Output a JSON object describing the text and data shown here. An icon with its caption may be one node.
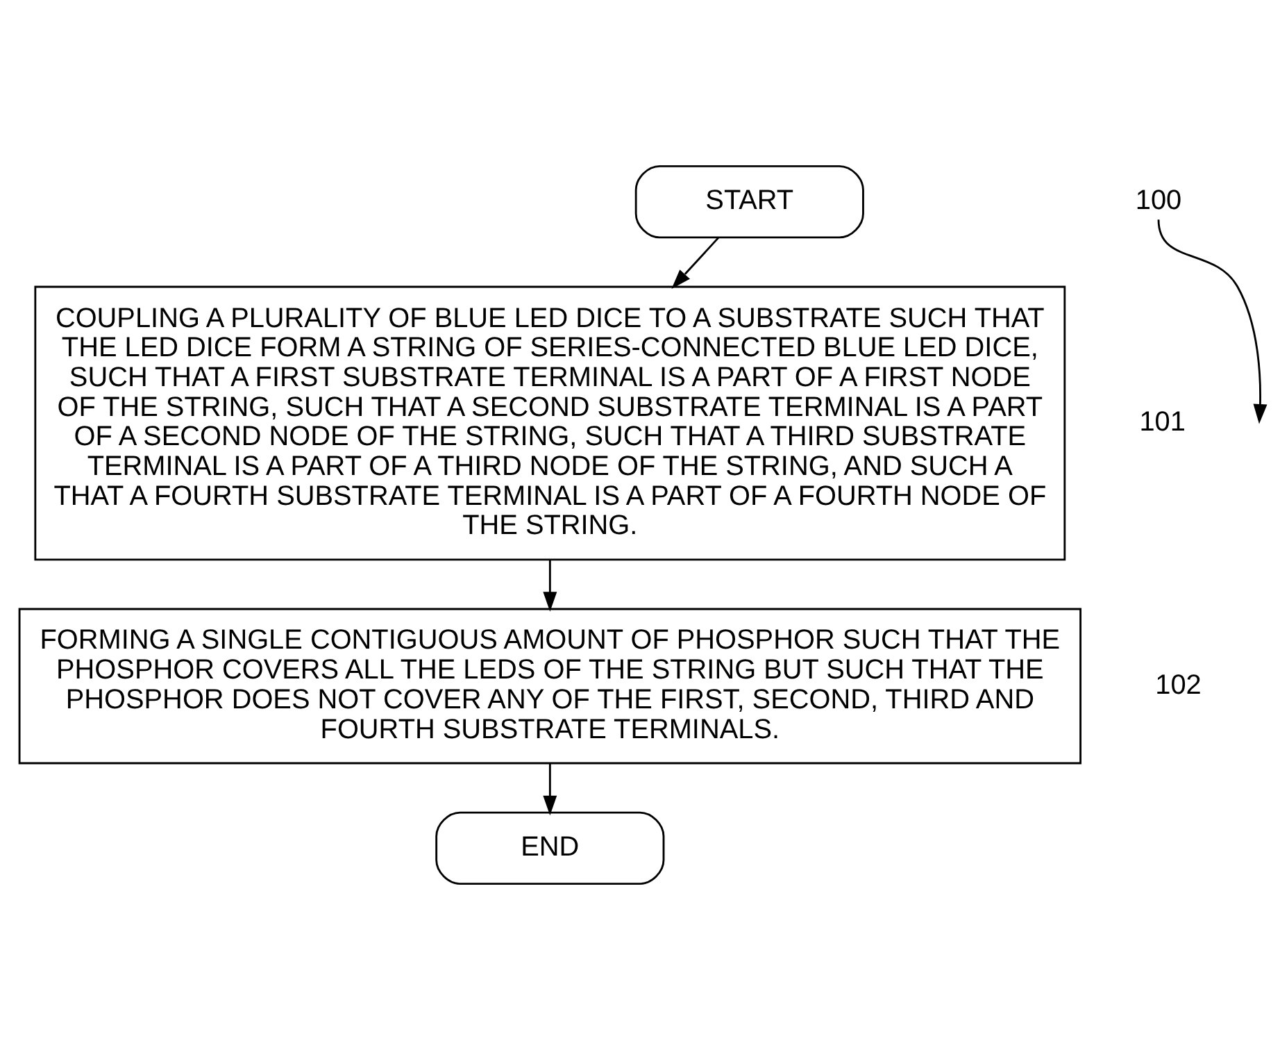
{
  "diagram": {
    "nodes": [
      {
        "text": [
          "START"
        ]
      },
      {
        "text": [
          "COUPLING A PLURALITY OF BLUE LED DICE TO A SUBSTRATE SUCH THAT THE LED DICE FORM A STRING OF SERIES-CONNECTED BLUE LED DICE, SUCH THAT A FIRST SUBSTRATE TERMINAL IS A PART OF A FIRST NODE OF THE STRING, SUCH THAT A SECOND SUBSTRATE TERMINAL IS A PART OF A SECOND NODE OF THE STRING, SUCH THAT A THIRD SUBSTRATE TERMINAL IS A PART OF A THIRD NODE OF THE STRING, AND SUCH A THAT A FOURTH SUBSTRATE TERMINAL IS A PART OF A FOURTH NODE OF THE STRING."
        ],
        "beside": [
          "101"
        ]
      },
      {
        "text": [
          "FORMING A SINGLE CONTIGUOUS AMOUNT OF PHOSPHOR SUCH THAT THE PHOSPHOR COVERS ALL THE LEDS OF THE STRING BUT SUCH THAT THE PHOSPHOR DOES NOT COVER ANY OF THE FIRST, SECOND, THIRD AND FOURTH SUBSTRATE TERMINALS."
        ],
        "beside": [
          "102"
        ]
      },
      {
        "text": [
          "END"
        ]
      },
      {
        "text": [
          "100"
        ]
      }
    ],
    "edges": [
      {
        "from": 0,
        "to": 1,
        "arrow": "to"
      },
      {
        "from": 1,
        "to": 2,
        "arrow": "to"
      },
      {
        "from": 2,
        "to": 3,
        "arrow": "to"
      },
      {
        "from": 4,
        "to": null,
        "arrow": "to"
      }
    ]
  }
}
